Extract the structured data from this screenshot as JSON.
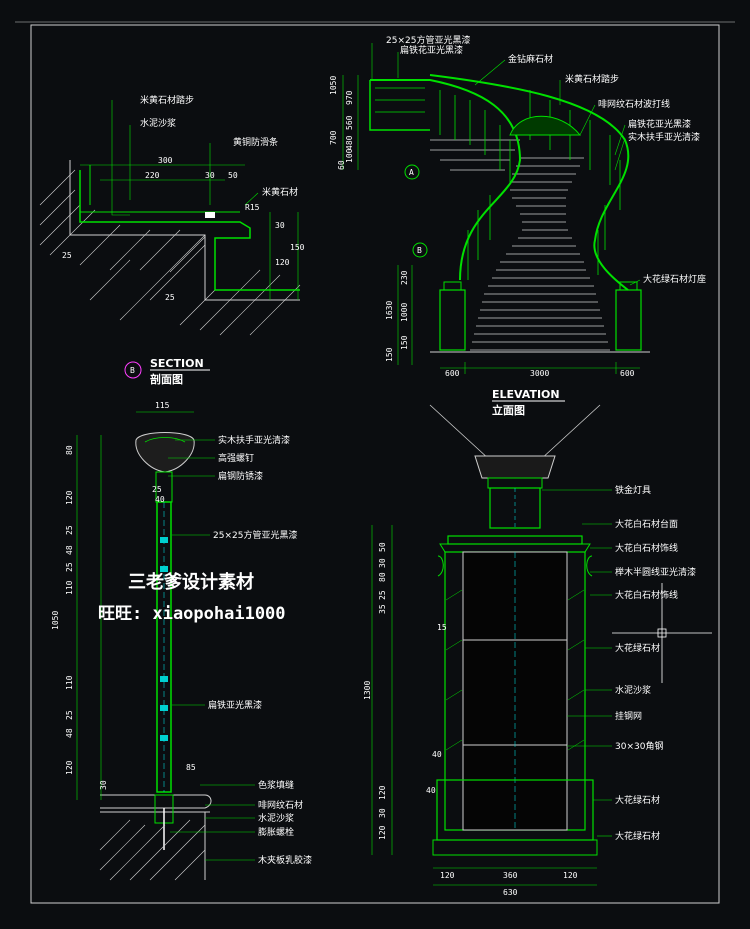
{
  "colors": {
    "background": "#0b0d10",
    "frame": "#cfcfcf",
    "green": "#00e000",
    "cyan": "#00d0d0",
    "white": "#ffffff",
    "yellow": "#e0e000",
    "magenta": "#ff40ff"
  },
  "section": {
    "title_en": "SECTION",
    "title_cn": "剖面图",
    "marker": "B"
  },
  "elevation": {
    "title_en": "ELEVATION",
    "title_cn": "立面图",
    "marker_a": "A",
    "marker_b": "B"
  },
  "section_labels": [
    "米黄石材踏步",
    "水泥沙浆",
    "黄铜防滑条",
    "米黄石材"
  ],
  "section_dims": [
    "300",
    "220",
    "30",
    "50",
    "R15",
    "30",
    "150",
    "120",
    "25",
    "25"
  ],
  "stair_labels_top": [
    "25×25方管亚光黑漆",
    "扁铁花亚光黑漆",
    "金钻麻石材",
    "米黄石材踏步",
    "啡网纹石材波打线",
    "扁铁花亚光黑漆",
    "实木扶手亚光清漆"
  ],
  "stair_label_lamp": "大花绿石材灯座",
  "stair_dims_left": [
    "1050",
    "970",
    "560",
    "480",
    "700",
    "100",
    "60"
  ],
  "stair_dims_right": [
    "230",
    "1630",
    "1000",
    "150",
    "150"
  ],
  "stair_dims_bottom": [
    "600",
    "3000",
    "600"
  ],
  "rail_labels": [
    "实木扶手亚光清漆",
    "高强螺钉",
    "扁钢防锈漆",
    "25×25方管亚光黑漆",
    "扁铁亚光黑漆",
    "色浆填缝",
    "啡网纹石材",
    "水泥沙浆",
    "膨胀螺栓",
    "木夹板乳胶漆"
  ],
  "rail_dims": [
    "115",
    "80",
    "120",
    "25",
    "48",
    "25",
    "110",
    "1050",
    "110",
    "25",
    "48",
    "120",
    "30",
    "85",
    "25",
    "40"
  ],
  "newel_labels": [
    "铁金灯具",
    "大花白石材台面",
    "大花白石材饰线",
    "榉木半圆线亚光清漆",
    "大花白石材饰线",
    "大花绿石材",
    "水泥沙浆",
    "挂钢网",
    "30×30角钢",
    "大花绿石材",
    "大花绿石材"
  ],
  "newel_dims_left": [
    "50",
    "30",
    "80",
    "25",
    "35",
    "15",
    "1300",
    "40",
    "40",
    "120",
    "30",
    "120"
  ],
  "newel_dims_bottom": [
    "120",
    "360",
    "120",
    "630"
  ],
  "watermark": {
    "line1": "三老爹设计素材",
    "line2": "旺旺: xiaopohai1000"
  }
}
